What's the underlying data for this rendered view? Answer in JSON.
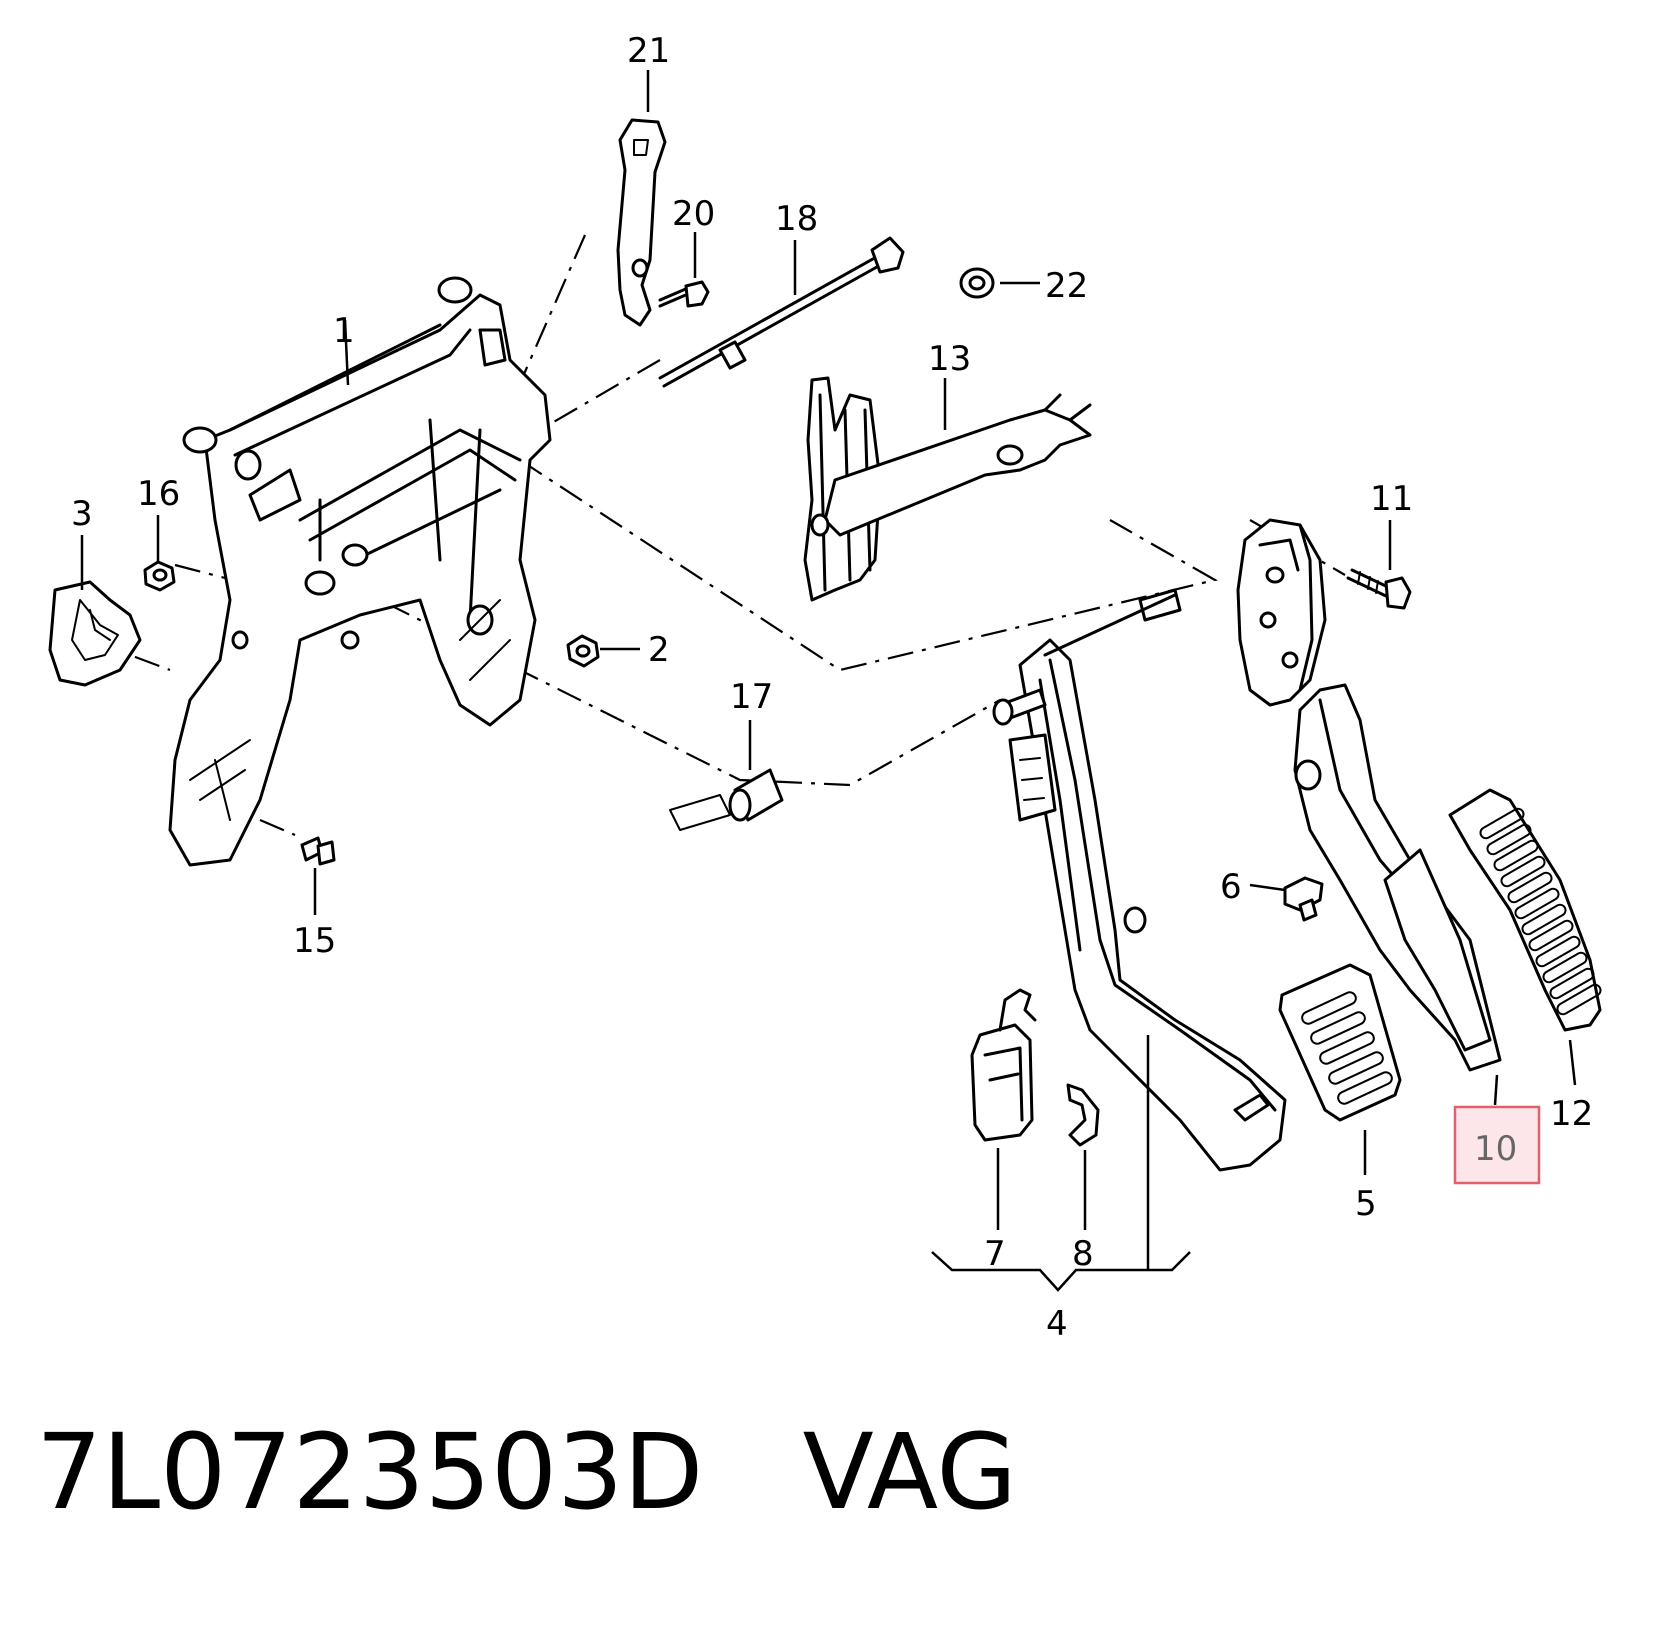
{
  "diagram": {
    "callouts": {
      "c1": "1",
      "c2": "2",
      "c3": "3",
      "c4": "4",
      "c5": "5",
      "c6": "6",
      "c7": "7",
      "c8": "8",
      "c10": "10",
      "c11": "11",
      "c12": "12",
      "c13": "13",
      "c15": "15",
      "c16": "16",
      "c17": "17",
      "c18": "18",
      "c20": "20",
      "c21": "21",
      "c22": "22"
    },
    "highlighted_callout": "10",
    "highlight_color": "#e0606e"
  },
  "caption": {
    "part_number": "7L0723503D",
    "brand": "VAG"
  }
}
